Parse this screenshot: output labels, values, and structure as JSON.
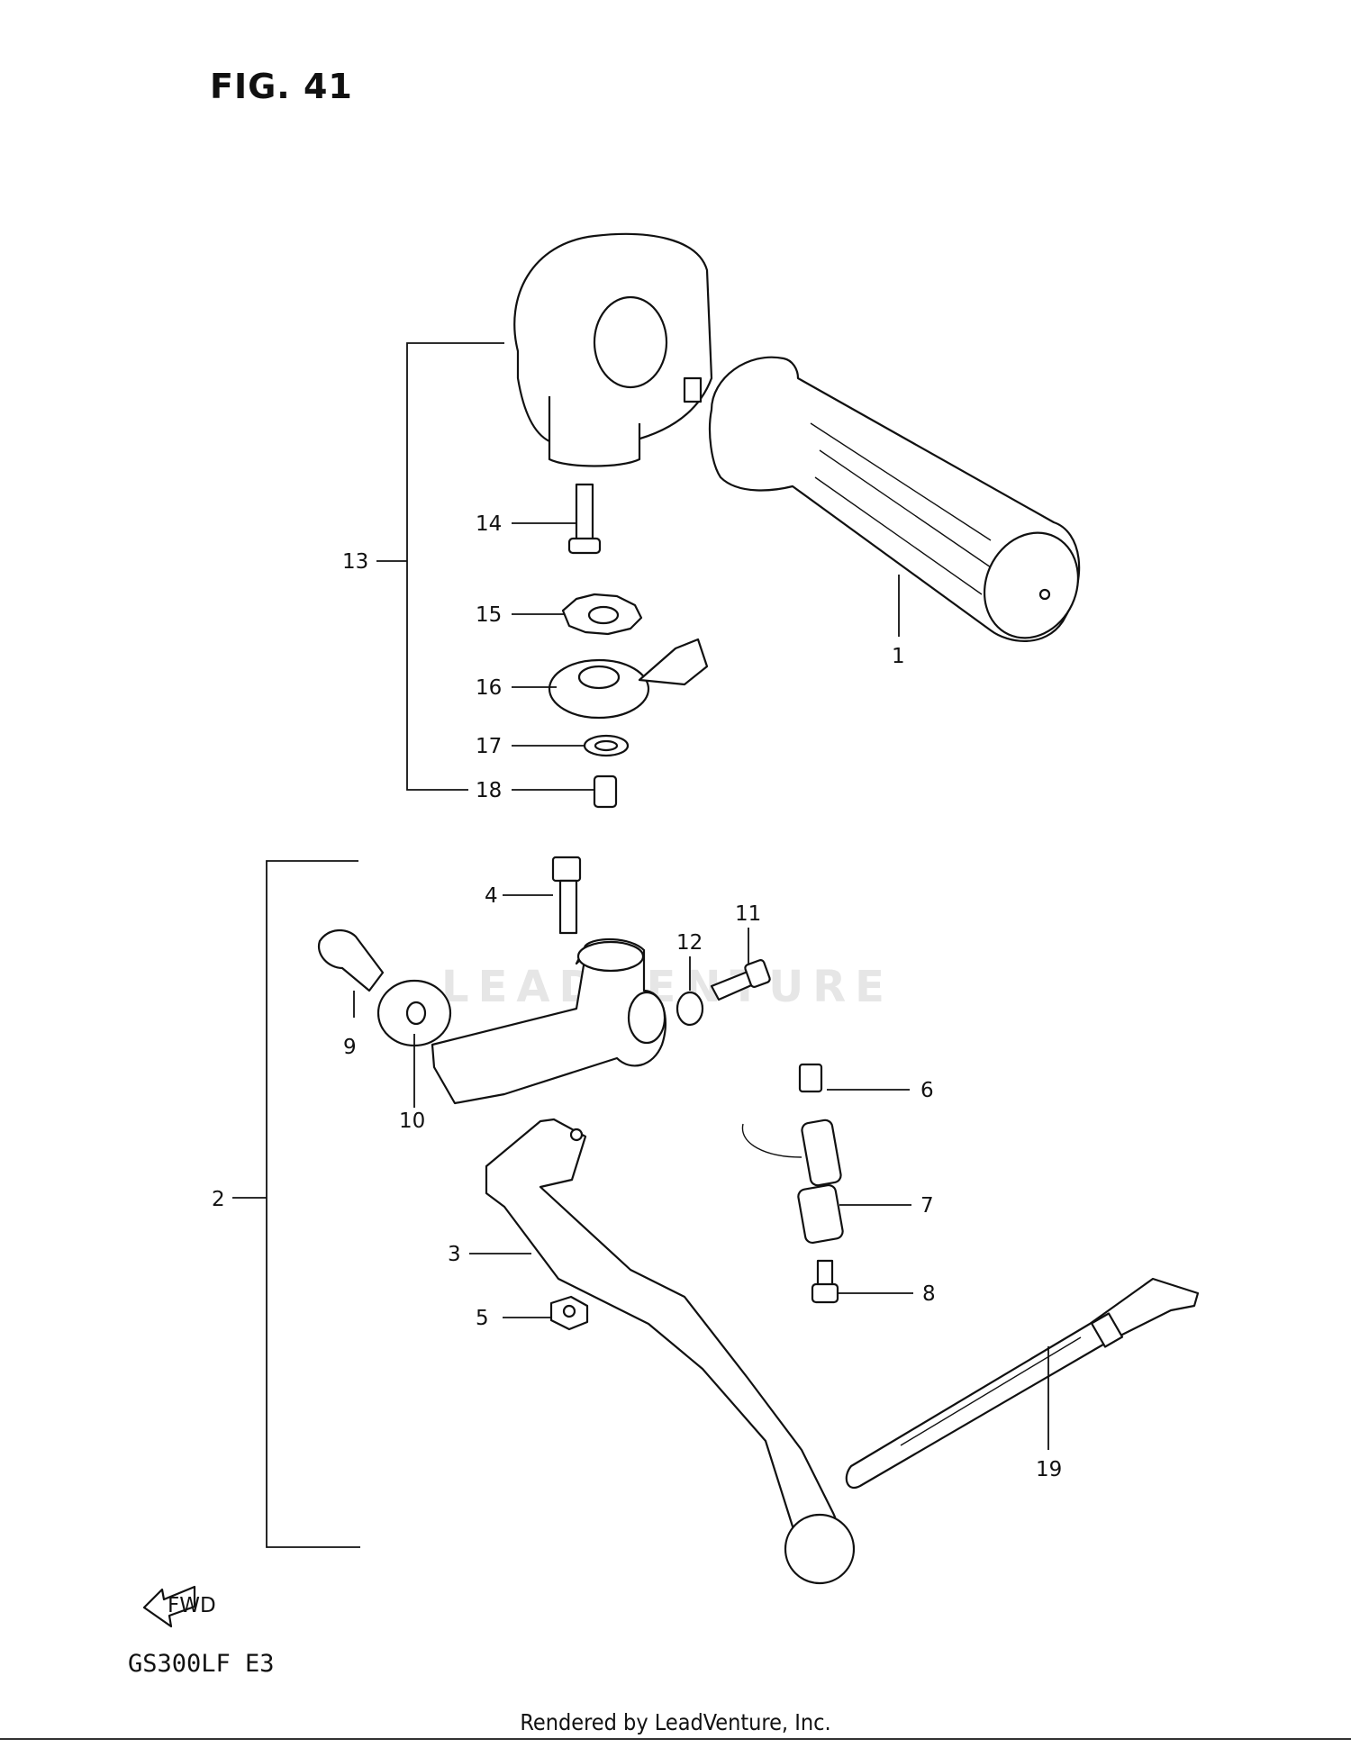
{
  "figure": {
    "title": "FIG. 41",
    "model": "GS300LF  E3"
  },
  "watermark": "LEADVENTURE",
  "footer": "Rendered by LeadVenture, Inc.",
  "fwd_label": "FWD",
  "callouts": [
    "1",
    "2",
    "3",
    "4",
    "5",
    "6",
    "7",
    "8",
    "9",
    "10",
    "11",
    "12",
    "13",
    "14",
    "15",
    "16",
    "17",
    "18",
    "19"
  ]
}
